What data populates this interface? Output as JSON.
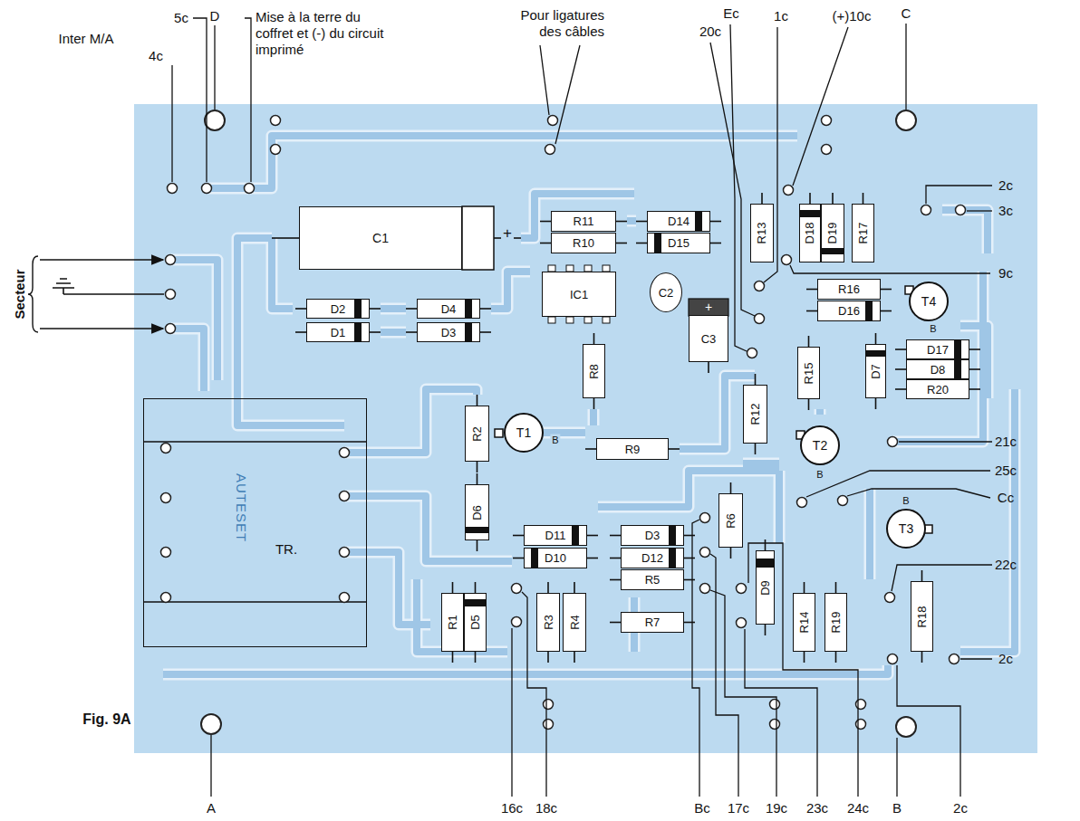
{
  "diagram": {
    "nodes": [
      {
        "text": [
          "C1"
        ]
      },
      {
        "text": [
          "R11"
        ]
      },
      {
        "text": [
          "R10"
        ]
      },
      {
        "text": [
          "D14"
        ]
      },
      {
        "text": [
          "D15"
        ]
      },
      {
        "text": [
          "R13"
        ]
      },
      {
        "text": [
          "D18"
        ]
      },
      {
        "text": [
          "D19"
        ]
      },
      {
        "text": [
          "R17"
        ]
      },
      {
        "text": [
          "IC1"
        ]
      },
      {
        "text": [
          "C2"
        ]
      },
      {
        "text": [
          "C3"
        ]
      },
      {
        "text": [
          "R16"
        ]
      },
      {
        "text": [
          "D16"
        ]
      },
      {
        "text": [
          "T4"
        ]
      },
      {
        "text": [
          "D2"
        ]
      },
      {
        "text": [
          "D4"
        ]
      },
      {
        "text": [
          "D1"
        ]
      },
      {
        "text": [
          "D3"
        ]
      },
      {
        "text": [
          "R15"
        ]
      },
      {
        "text": [
          "D7"
        ]
      },
      {
        "text": [
          "D17"
        ]
      },
      {
        "text": [
          "D8"
        ]
      },
      {
        "text": [
          "R20"
        ]
      },
      {
        "text": [
          "R8"
        ]
      },
      {
        "text": [
          "R12"
        ]
      },
      {
        "text": [
          "TR.",
          "AUTESET"
        ]
      },
      {
        "text": [
          "R2"
        ]
      },
      {
        "text": [
          "T1"
        ]
      },
      {
        "text": [
          "R9"
        ]
      },
      {
        "text": [
          "T2"
        ]
      },
      {
        "text": [
          "T3"
        ]
      },
      {
        "text": [
          "D6"
        ]
      },
      {
        "text": [
          "D11"
        ]
      },
      {
        "text": [
          "D3"
        ]
      },
      {
        "text": [
          "D10"
        ]
      },
      {
        "text": [
          "D12"
        ]
      },
      {
        "text": [
          "R6"
        ]
      },
      {
        "text": [
          "D9"
        ]
      },
      {
        "text": [
          "R5"
        ]
      },
      {
        "text": [
          "R7"
        ]
      },
      {
        "text": [
          "R1"
        ]
      },
      {
        "text": [
          "D5"
        ]
      },
      {
        "text": [
          "R3"
        ]
      },
      {
        "text": [
          "R4"
        ]
      },
      {
        "text": [
          "R14"
        ]
      },
      {
        "text": [
          "R19"
        ]
      },
      {
        "text": [
          "R18"
        ]
      }
    ],
    "labels": [
      "Inter M/A",
      "5c",
      "D",
      "4c",
      "Mise à la terre du coffret et (-) du circuit imprimé",
      "Pour ligatures des câbles",
      "Ec",
      "20c",
      "1c",
      "(+)10c",
      "C",
      "+",
      "+",
      "2c",
      "3c",
      "9c",
      "B",
      "Secteur",
      "B",
      "21c",
      "B",
      "B",
      "25c",
      "Cc",
      "22c",
      "2c",
      "Fig. 9A",
      "A",
      "16c",
      "18c",
      "Bc",
      "17c",
      "19c",
      "23c",
      "24c",
      "B",
      "2c"
    ]
  }
}
